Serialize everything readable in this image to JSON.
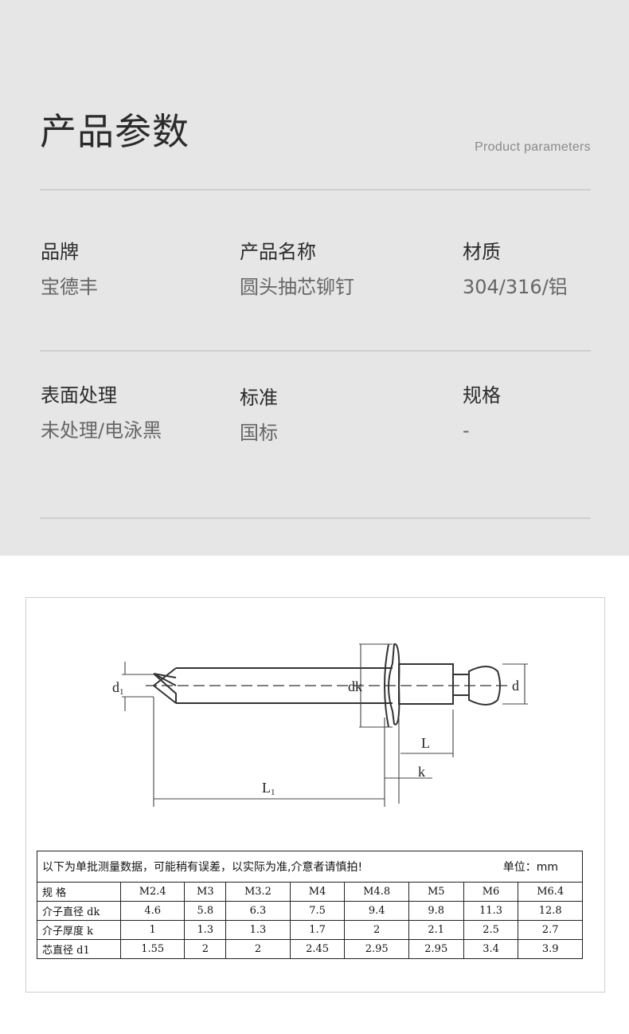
{
  "header": {
    "title": "产品参数",
    "subtitle": "Product parameters"
  },
  "params": [
    {
      "label": "品牌",
      "value": "宝德丰"
    },
    {
      "label": "产品名称",
      "value": "圆头抽芯铆钉"
    },
    {
      "label": "材质",
      "value": "304/316/铝"
    },
    {
      "label": "表面处理",
      "value": "未处理/电泳黑"
    },
    {
      "label": "标准",
      "value": "国标"
    },
    {
      "label": "规格",
      "value": "-"
    }
  ],
  "drawing": {
    "labels": {
      "d1": "d",
      "d1_sub": "1",
      "dk": "dk",
      "d": "d",
      "L": "L",
      "k": "k",
      "L1": "L",
      "L1_sub": "1"
    }
  },
  "spec_table": {
    "note": "以下为单批测量数据，可能稍有误差，以实际为准,介意者请慎拍!",
    "unit": "单位：mm",
    "header_label": "规 格",
    "sizes": [
      "M2.4",
      "M3",
      "M3.2",
      "M4",
      "M4.8",
      "M5",
      "M6",
      "M6.4"
    ],
    "rows": [
      {
        "label": "介子直径 dk",
        "values": [
          "4.6",
          "5.8",
          "6.3",
          "7.5",
          "9.4",
          "9.8",
          "11.3",
          "12.8"
        ]
      },
      {
        "label": "介子厚度 k",
        "values": [
          "1",
          "1.3",
          "1.3",
          "1.7",
          "2",
          "2.1",
          "2.5",
          "2.7"
        ]
      },
      {
        "label": "芯直径 d1",
        "values": [
          "1.55",
          "2",
          "2",
          "2.45",
          "2.95",
          "2.95",
          "3.4",
          "3.9"
        ]
      }
    ]
  }
}
